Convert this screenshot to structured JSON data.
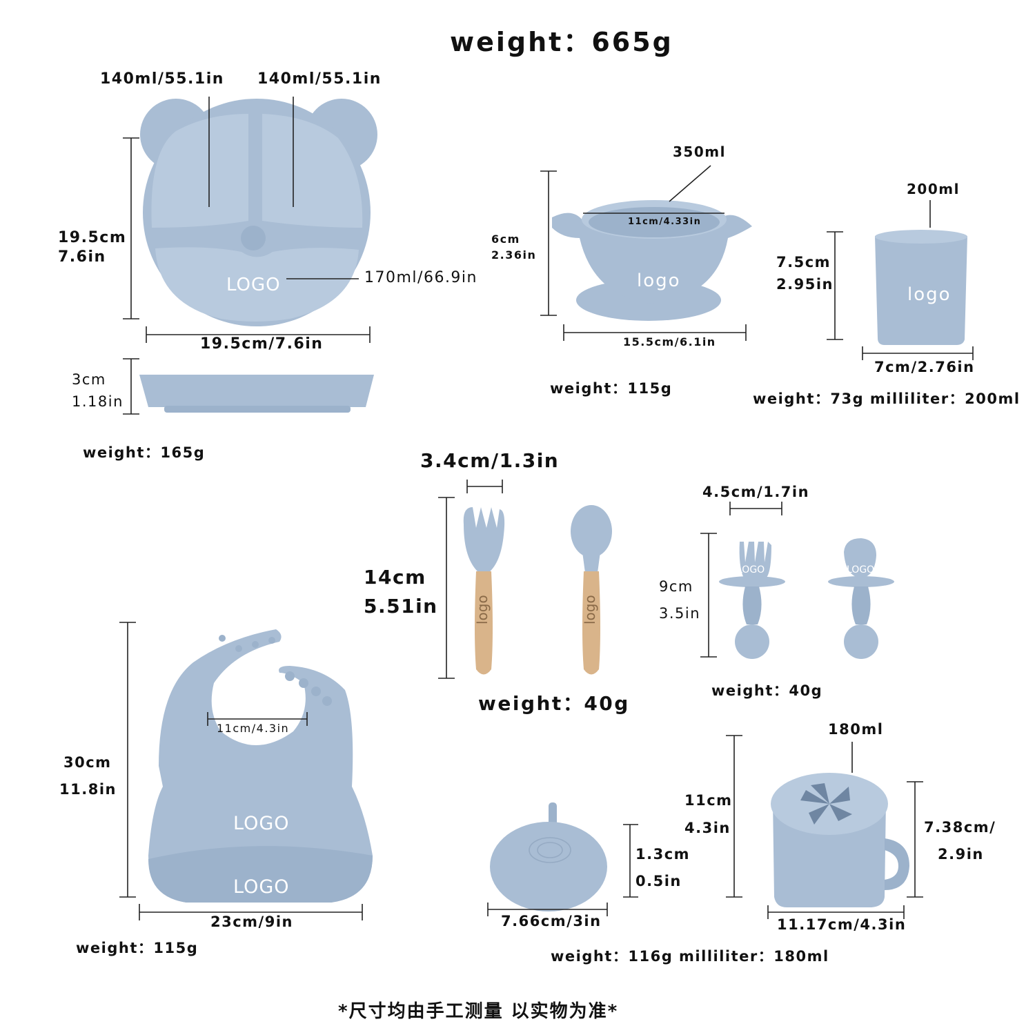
{
  "total_weight": "weight：665g",
  "plate": {
    "left_compartment": "140ml/55.1in",
    "right_compartment": "140ml/55.1in",
    "height_cm": "19.5cm",
    "height_in": "7.6in",
    "bottom_compartment": "170ml/66.9in",
    "logo": "LOGO",
    "width": "19.5cm/7.6in",
    "depth_cm": "3cm",
    "depth_in": "1.18in",
    "weight": "weight：165g"
  },
  "bowl": {
    "capacity": "350ml",
    "inner_diameter": "11cm/4.33in",
    "height_cm": "6cm",
    "height_in": "2.36in",
    "logo": "logo",
    "width": "15.5cm/6.1in",
    "weight": "weight：115g"
  },
  "cup": {
    "capacity": "200ml",
    "height_cm": "7.5cm",
    "height_in": "2.95in",
    "logo": "logo",
    "width": "7cm/2.76in",
    "info": "weight：73g  milliliter：200ml"
  },
  "cutlery": {
    "head_width": "3.4cm/1.3in",
    "length_cm": "14cm",
    "length_in": "5.51in",
    "fork_logo": "logo",
    "spoon_logo": "logo",
    "weight": "weight：40g"
  },
  "short_cutlery": {
    "width": "4.5cm/1.7in",
    "height_cm": "9cm",
    "height_in": "3.5in",
    "fork_logo": "LOGO",
    "spoon_logo": "LOGO",
    "weight": "weight：40g"
  },
  "bib": {
    "height_cm": "30cm",
    "height_in": "11.8in",
    "neck": "11cm/4.3in",
    "logo_upper": "LOGO",
    "logo_lower": "LOGO",
    "width": "23cm/9in",
    "weight": "weight：115g"
  },
  "straw_lid": {
    "height_cm": "1.3cm",
    "height_in": "0.5in",
    "width": "7.66cm/3in"
  },
  "snack_cup": {
    "capacity": "180ml",
    "total_height_cm": "11cm",
    "total_height_in": "4.3in",
    "cup_height_cm": "7.38cm/",
    "cup_height_in": "2.9in",
    "width": "11.17cm/4.3in",
    "info": "weight：116g  milliliter：180ml"
  },
  "footnote": "*尺寸均由手工测量 以实物为准*",
  "colors": {
    "silicone": "#a9bdd4",
    "silicone_dark": "#93a9c2",
    "wood": "#d9b48a",
    "line": "#222222"
  }
}
